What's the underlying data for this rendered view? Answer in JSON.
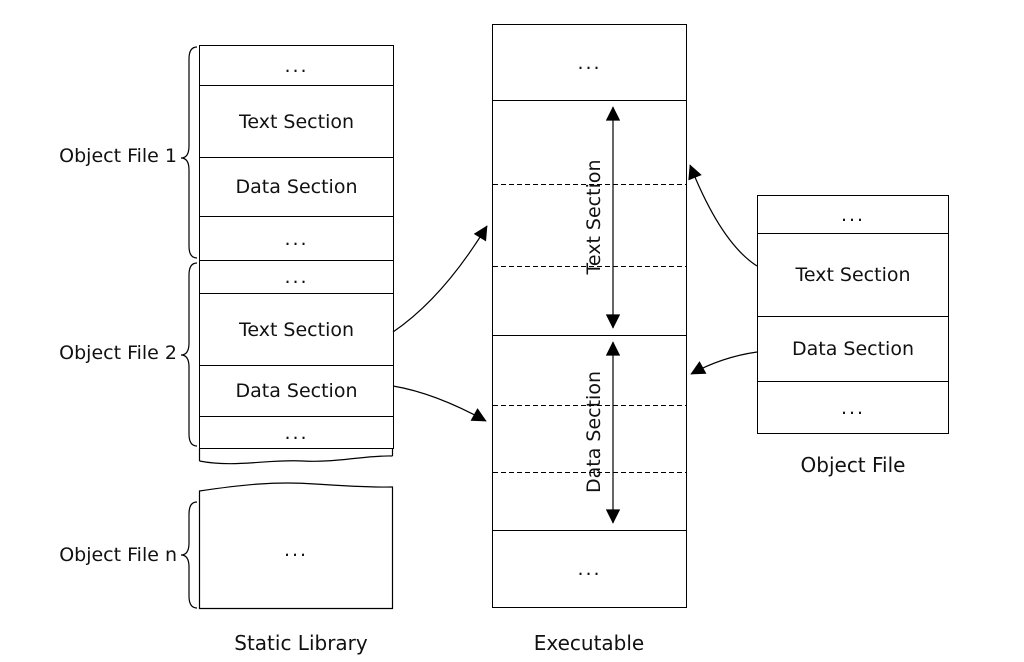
{
  "colors": {
    "line": "#000000",
    "text": "#111111",
    "background": "#ffffff"
  },
  "static_library": {
    "caption": "Static Library",
    "files": [
      {
        "label": "Object File 1",
        "rows": [
          "...",
          "Text Section",
          "Data Section",
          "..."
        ]
      },
      {
        "label": "Object File 2",
        "rows": [
          "...",
          "Text Section",
          "Data Section",
          "..."
        ]
      },
      {
        "label": "Object File n",
        "rows": [
          "..."
        ]
      }
    ]
  },
  "executable": {
    "caption": "Executable",
    "rows": {
      "top": "...",
      "text_section": "Text Section",
      "data_section": "Data Section",
      "bottom": "..."
    }
  },
  "object_file": {
    "caption": "Object File",
    "rows": [
      "...",
      "Text Section",
      "Data Section",
      "..."
    ]
  }
}
